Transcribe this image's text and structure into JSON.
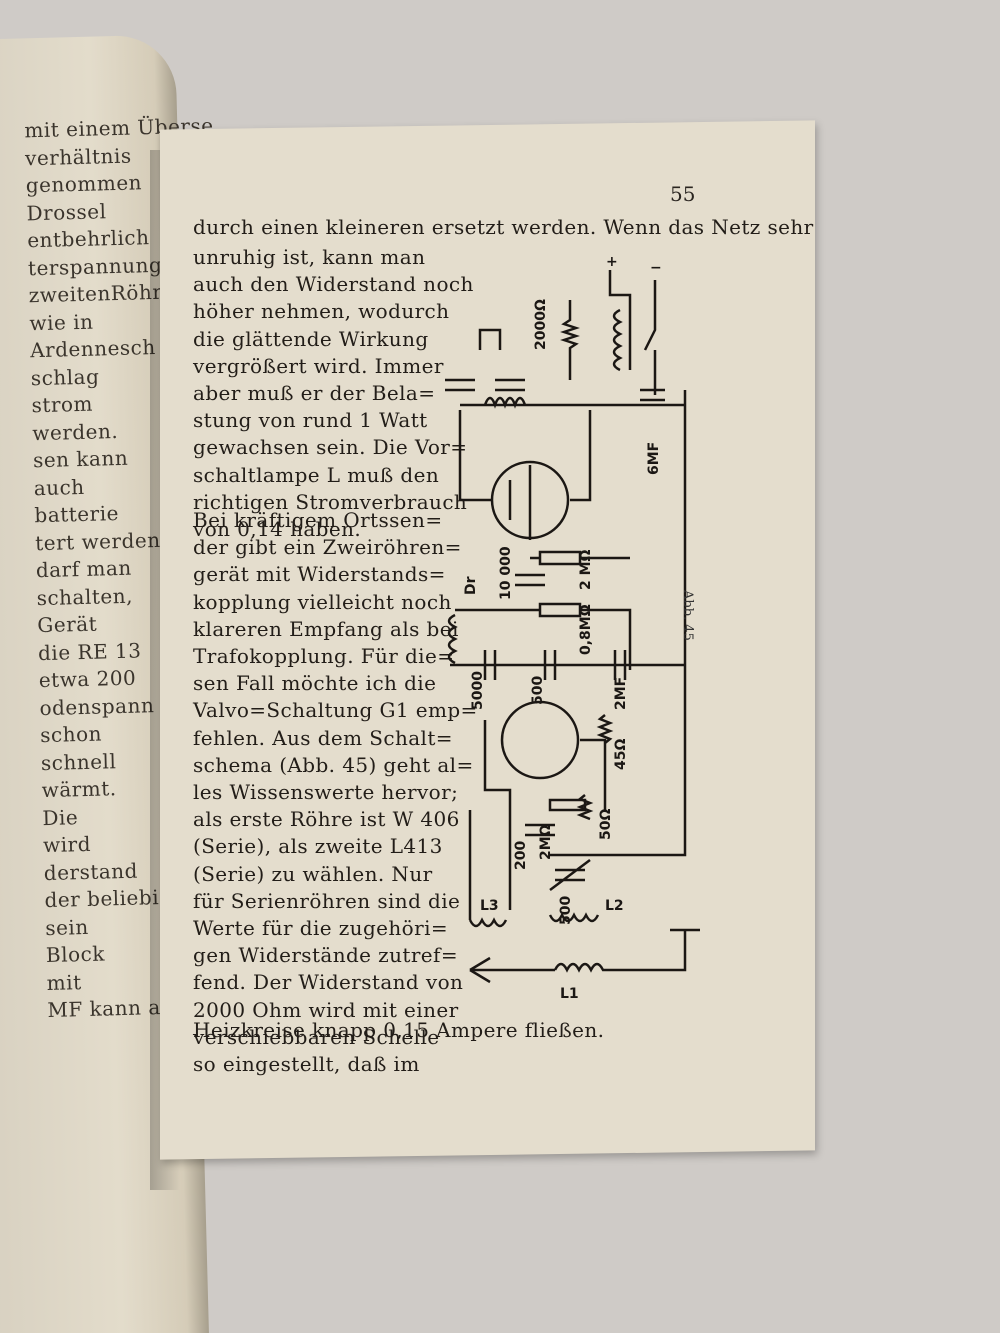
{
  "page": {
    "number": "55"
  },
  "left_page_fragments": [
    "mit einem Überse",
    "verhältnis",
    "genommen",
    "Drossel",
    "entbehrlich",
    "terspannung",
    "zweitenRöhre",
    "wie in",
    "Ardennesch",
    "schlag",
    "strom",
    "werden.",
    "sen kann",
    "auch",
    "batterie",
    "tert werden",
    "darf man",
    "schalten,",
    "Gerät",
    "die RE 13",
    "etwa 200",
    "odenspann",
    "schon",
    "schnell",
    "wärmt.",
    "Die",
    "wird",
    "derstand",
    "der beliebi",
    "sein",
    "Block",
    "mit",
    "MF kann an"
  ],
  "top_line": "durch einen kleineren ersetzt werden. Wenn das Netz sehr",
  "paragraph1": [
    "unruhig ist, kann man",
    "auch den Widerstand noch",
    "höher nehmen, wodurch",
    "die glättende Wirkung",
    "vergrößert wird. Immer",
    "aber muß er der Bela=",
    "stung von rund 1 Watt",
    "gewachsen sein. Die Vor=",
    "schaltlampe L muß den",
    "richtigen Stromverbrauch",
    "von 0,14 haben."
  ],
  "paragraph2": [
    "Bei kräftigem Ortssen=",
    "der gibt ein Zweiröhren=",
    "gerät mit Widerstands=",
    "kopplung vielleicht noch",
    "klareren Empfang als bei",
    "Trafokopplung. Für die=",
    "sen Fall möchte ich die",
    "Valvo=Schaltung G1 emp=",
    "fehlen. Aus dem Schalt=",
    "schema (Abb. 45) geht al=",
    "les Wissenswerte hervor;",
    "als erste Röhre ist W 406",
    "(Serie), als zweite L413",
    "(Serie) zu wählen. Nur",
    "für Serienröhren sind die",
    "Werte für die zugehöri=",
    "gen Widerstände zutref=",
    "fend. Der Widerstand von",
    "2000 Ohm wird mit einer",
    "verschiebbaren Schelle",
    "so eingestellt, daß im"
  ],
  "bottom_line": "Heizkreise knapp 0,15 Ampere fließen.",
  "figure": {
    "caption": "Abb. 45",
    "labels": {
      "r2000": "2000Ω",
      "c6mf": "6MF",
      "r2m_a": "2 MΩ",
      "c10000": "10 000",
      "dr": "Dr",
      "r08m": "0,8MΩ",
      "c5000": "5000",
      "c500a": "500",
      "c2mf": "2MF",
      "r45": "45Ω",
      "r2m_b": "2MΩ",
      "r50": "50Ω",
      "c200": "200",
      "c500b": "500",
      "l3": "L3",
      "l2": "L2",
      "l1": "L1",
      "plus": "+",
      "minus": "−"
    }
  }
}
